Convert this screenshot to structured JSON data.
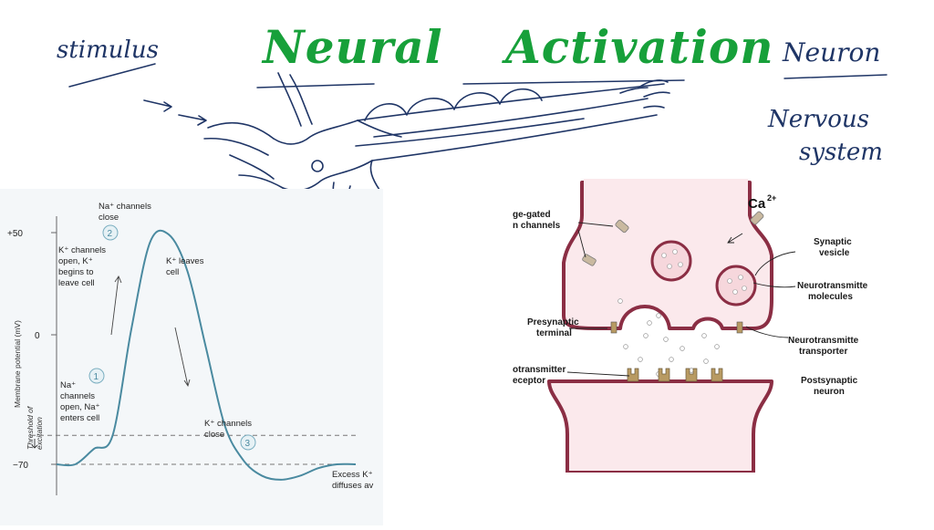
{
  "handwritten": {
    "title": "Neural Activation",
    "stimulus": "stimulus",
    "neuron": "Neuron",
    "nervous_line1": "Nervous",
    "nervous_line2": "system"
  },
  "colors": {
    "title": "#17a03a",
    "ink": "#1f3566",
    "curve": "#4a8aa0",
    "membrane": "#8b2e44",
    "cytoplasm": "#fbe9ec",
    "vesicle_fill": "#f6d7dc",
    "receptor": "#b89a62"
  },
  "action_potential": {
    "y_axis_label": "Membrane potential (mV)",
    "threshold_label_line1": "Threshold of",
    "threshold_label_line2": "excitation",
    "y_ticks": [
      "+50",
      "0",
      "−70"
    ],
    "chart_data": {
      "type": "line",
      "ylabel": "Membrane potential (mV)",
      "ylim": [
        -80,
        55
      ],
      "x": [
        0,
        1,
        2,
        3,
        4,
        5,
        6,
        7,
        8,
        9,
        10,
        11,
        12,
        13,
        14,
        15,
        16
      ],
      "series": [
        {
          "values": [
            -70,
            -70,
            -62,
            -55,
            0,
            45,
            49,
            30,
            -10,
            -50,
            -68,
            -76,
            -78,
            -76,
            -72,
            -70,
            -70
          ]
        }
      ],
      "reference_lines": [
        {
          "label": "Threshold of excitation",
          "y": -55
        },
        {
          "label": "",
          "y": -70
        }
      ]
    },
    "annotations": [
      {
        "number": "1",
        "lines": [
          "Na⁺",
          "channels",
          "open, Na⁺",
          "enters cell"
        ]
      },
      {
        "number": "2",
        "lines": [
          "Na⁺ channels",
          "close"
        ]
      },
      {
        "number": "",
        "lines": [
          "K⁺ channels",
          "open, K⁺",
          "begins to",
          "leave cell"
        ]
      },
      {
        "number": "",
        "lines": [
          "K⁺ leaves",
          "cell"
        ]
      },
      {
        "number": "3",
        "lines": [
          "K⁺ channels",
          "close"
        ]
      },
      {
        "number": "",
        "lines": [
          "Excess K⁺",
          "diffuses av"
        ]
      }
    ]
  },
  "synapse": {
    "ca_label": "Ca",
    "ca_charge": "2+",
    "labels": {
      "channels_line1": "ge-gated",
      "channels_line2": "n channels",
      "presynaptic_line1": "Presynaptic",
      "presynaptic_line2": "terminal",
      "receptor_line1": "otransmitter",
      "receptor_line2": "eceptor",
      "vesicle_line1": "Synaptic",
      "vesicle_line2": "vesicle",
      "molecules_line1": "Neurotransmitte",
      "molecules_line2": "molecules",
      "transporter_line1": "Neurotransmitte",
      "transporter_line2": "transporter",
      "postsynaptic_line1": "Postsynaptic",
      "postsynaptic_line2": "neuron"
    }
  }
}
